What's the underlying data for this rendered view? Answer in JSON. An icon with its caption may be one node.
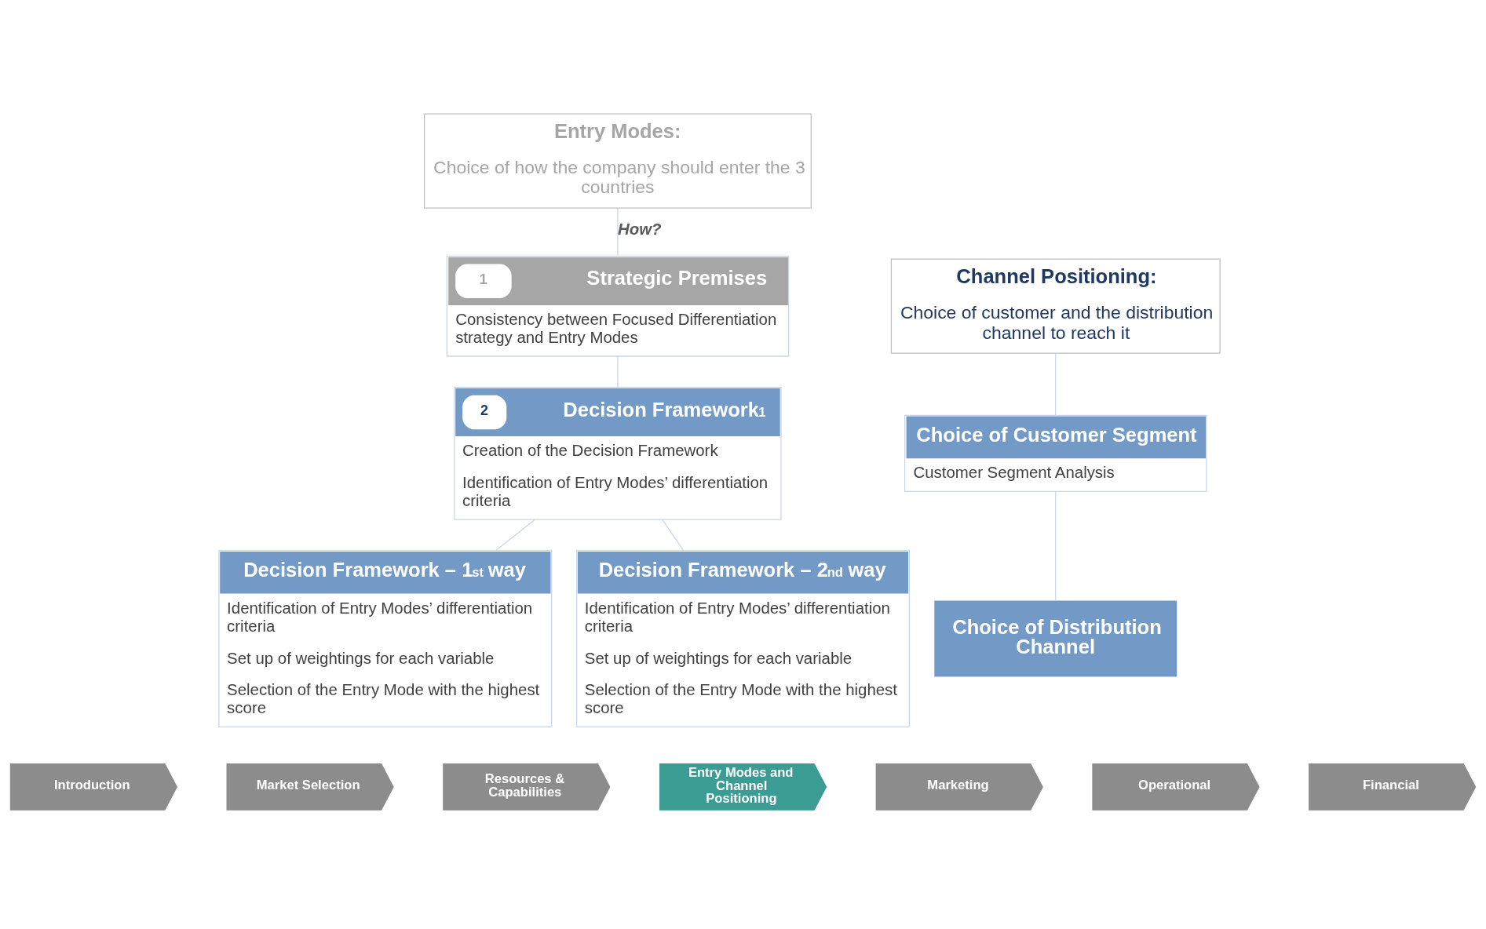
{
  "diagram": {
    "nodes": [
      {
        "text": [
          "Entry Modes:",
          "Choice of how the company should enter the 3 countries"
        ]
      },
      {
        "text": [
          "1",
          "Strategic Premises",
          "Consistency between Focused Differentiation strategy and Entry Modes"
        ]
      },
      {
        "text": [
          "2",
          "Decision Framework$^{1}$",
          "Creation of the Decision Framework",
          "Identification of Entry Modes’ differentiation criteria"
        ]
      },
      {
        "text": [
          "Decision Framework – 1$^{st}$ way",
          "Identification of Entry Modes’ differentiation criteria",
          "Set up of weightings for each variable",
          "Selection of the Entry Mode with the highest score"
        ]
      },
      {
        "text": [
          "Decision Framework – 2$^{nd}$ way",
          "Identification of Entry Modes’ differentiation criteria",
          "Set up of weightings for each variable",
          "Selection of the Entry Mode with the highest score"
        ]
      },
      {
        "text": [
          "Channel Positioning:",
          "Choice of customer and the distribution channel to reach it"
        ]
      },
      {
        "text": [
          "Choice of Customer Segment",
          "Customer Segment Analysis"
        ]
      },
      {
        "text": [
          "Choice of Distribution Channel"
        ]
      },
      {
        "text": [
          "Introduction"
        ]
      },
      {
        "text": [
          "Market Selection"
        ]
      },
      {
        "text": [
          "Resources & Capabilities"
        ]
      },
      {
        "text": [
          "Entry Modes and Channel Positioning"
        ]
      },
      {
        "text": [
          "Marketing"
        ]
      },
      {
        "text": [
          "Operational"
        ]
      },
      {
        "text": [
          "Financial"
        ]
      }
    ],
    "edges": [
      {
        "from": 0,
        "to": 1,
        "arrow": "none",
        "label": "How?"
      },
      {
        "from": 1,
        "to": 2,
        "arrow": "none"
      },
      {
        "from": 2,
        "to": 3,
        "arrow": "none"
      },
      {
        "from": 2,
        "to": 4,
        "arrow": "none"
      },
      {
        "from": 5,
        "to": 6,
        "arrow": "none"
      },
      {
        "from": 6,
        "to": 7,
        "arrow": "none"
      }
    ]
  }
}
